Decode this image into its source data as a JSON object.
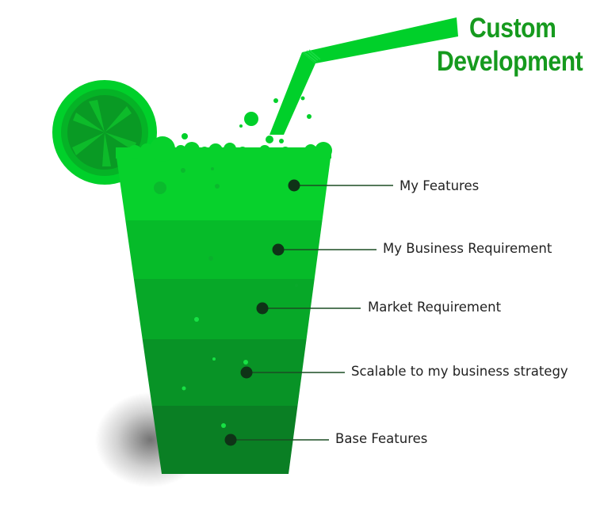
{
  "title": {
    "line1": "Custom",
    "line2": "Development"
  },
  "layers": [
    {
      "label": "My Features",
      "color": "#07d12c"
    },
    {
      "label": "My Business Requirement",
      "color": "#06bb29"
    },
    {
      "label": "Market Requirement",
      "color": "#07a828"
    },
    {
      "label": "Scalable to my business strategy",
      "color": "#089326"
    },
    {
      "label": "Base Features",
      "color": "#0a7f24"
    }
  ],
  "colors": {
    "title": "#169a1e",
    "accent": "#00d02a",
    "marker": "#0f3317",
    "connector": "#1b4d23",
    "label": "#222222"
  },
  "icons": [
    "lime-slice-icon",
    "straw-icon",
    "bubble-icon"
  ]
}
